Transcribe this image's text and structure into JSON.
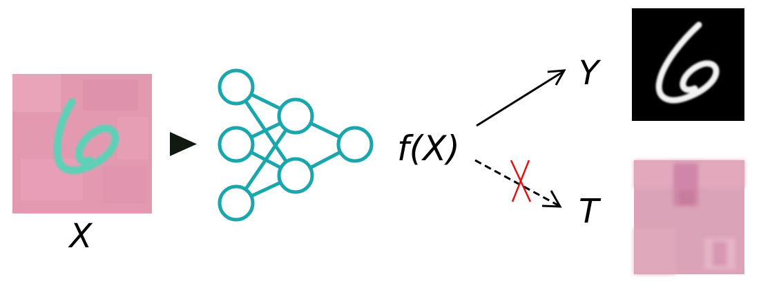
{
  "labels": {
    "input": "X",
    "function": "f(X)",
    "target": "Y",
    "nuisance": "T"
  },
  "colors": {
    "network": "#1aa6ad",
    "input_bg": "#e49bb2",
    "input_digit": "#5ed0b6",
    "target_bg": "#000000",
    "target_digit": "#ffffff",
    "nuisance_bg": "#dba3b7",
    "cross": "#e01010",
    "arrow": "#000000"
  },
  "icons": {
    "play": "play-triangle-icon",
    "network": "neural-network-icon",
    "cross": "red-x-icon"
  }
}
